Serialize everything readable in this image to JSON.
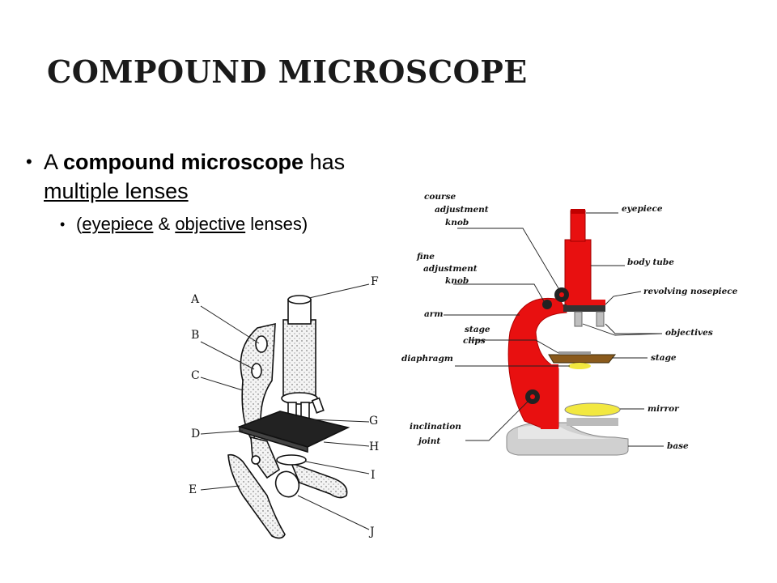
{
  "title": "COMPOUND MICROSCOPE",
  "bullet1": {
    "pre": "A ",
    "bold": "compound microscope",
    "mid": " has ",
    "underlined": "multiple lenses"
  },
  "bullet2": {
    "open": "(",
    "eyepiece": "eyepiece",
    "amp": " & ",
    "objective": "objective",
    "close": " lenses)"
  },
  "left_diagram_labels": [
    "A",
    "B",
    "C",
    "D",
    "E",
    "F",
    "G",
    "H",
    "I",
    "J"
  ],
  "right_diagram_labels": {
    "course_1": "course",
    "course_2": "adjustment",
    "course_3": "knob",
    "fine_1": "fine",
    "fine_2": "adjustment",
    "fine_3": "knob",
    "arm": "arm",
    "stage_clips_1": "stage",
    "stage_clips_2": "clips",
    "diaphragm": "diaphragm",
    "inclination_1": "inclination",
    "inclination_2": "joint",
    "eyepiece": "eyepiece",
    "body_tube": "body tube",
    "revolving_nosepiece": "revolving nosepiece",
    "objectives": "objectives",
    "stage": "stage",
    "mirror": "mirror",
    "base": "base"
  },
  "colors": {
    "microscope_red": "#e81010",
    "base_gray": "#d0d0d0",
    "mirror_yellow": "#f2e840",
    "stage_brown": "#8a5a1c"
  }
}
